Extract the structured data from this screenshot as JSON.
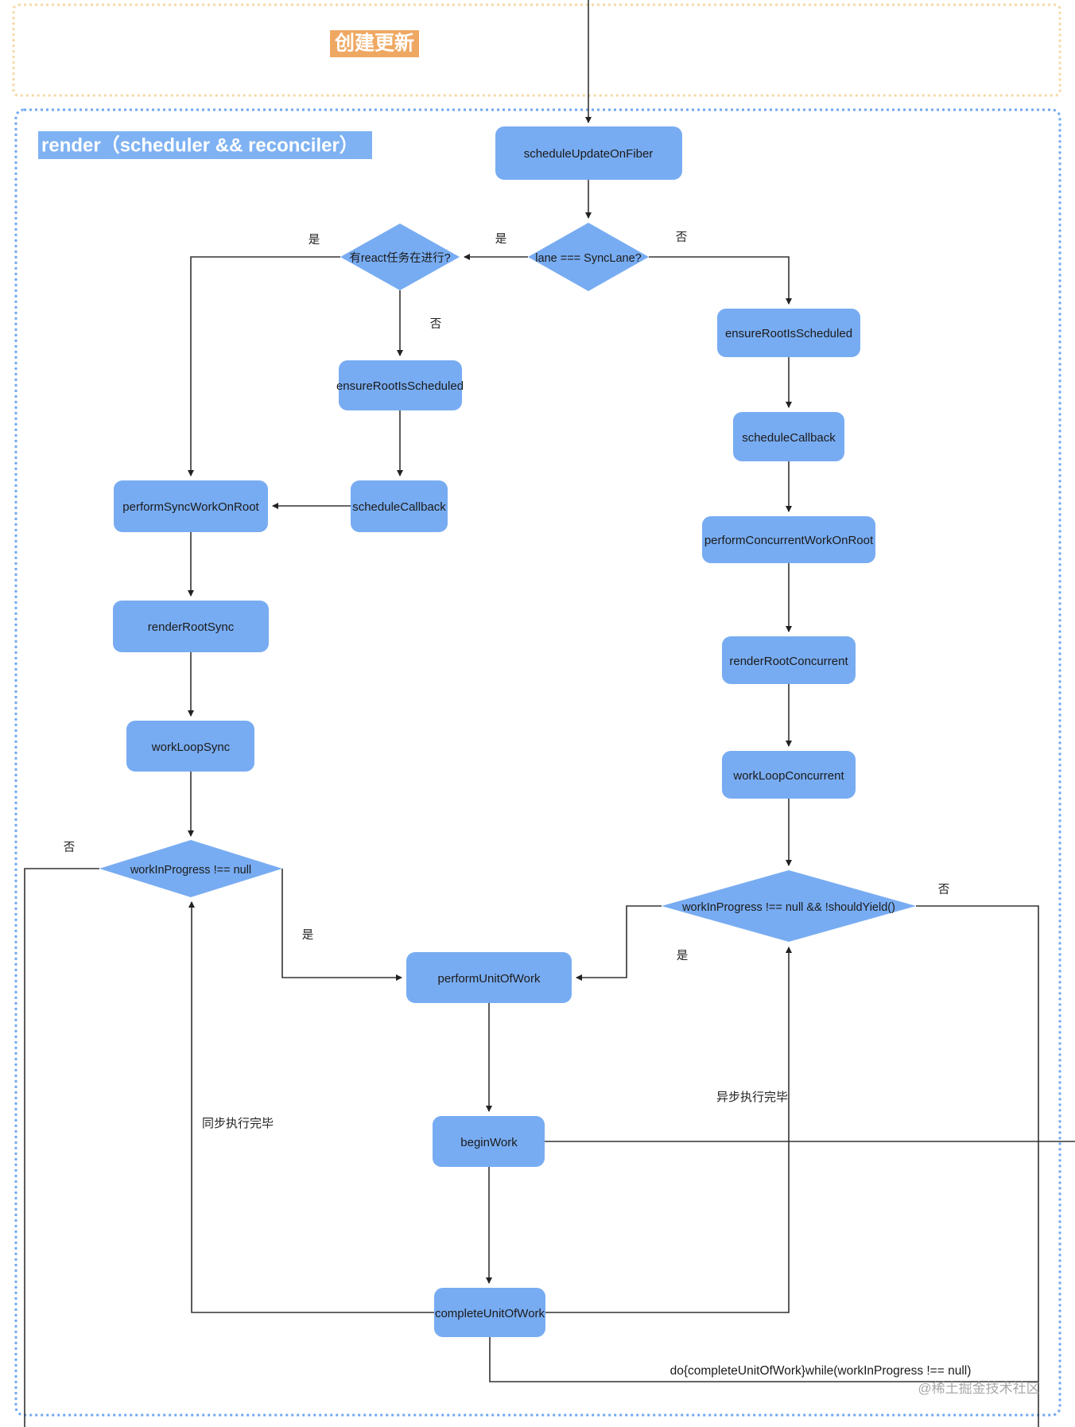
{
  "titles": {
    "create_update": "创建更新",
    "render_phase": "render（scheduler && reconciler）"
  },
  "nodes": {
    "schedule_update_on_fiber": "scheduleUpdateOnFiber",
    "ensure_root_is_scheduled_left": "ensureRootIsScheduled",
    "schedule_callback_left": "scheduleCallback",
    "perform_sync_work_on_root": "performSyncWorkOnRoot",
    "render_root_sync": "renderRootSync",
    "work_loop_sync": "workLoopSync",
    "ensure_root_is_scheduled_right": "ensureRootIsScheduled",
    "schedule_callback_right": "scheduleCallback",
    "perform_concurrent_work_on_root": "performConcurrentWorkOnRoot",
    "render_root_concurrent": "renderRootConcurrent",
    "work_loop_concurrent": "workLoopConcurrent",
    "perform_unit_of_work": "performUnitOfWork",
    "begin_work": "beginWork",
    "complete_unit_of_work": "completeUnitOfWork"
  },
  "decisions": {
    "lane_is_sync_lane": "lane === SyncLane?",
    "react_task_running": "有react任务在进行?",
    "wip_not_null": "workInProgress !== null",
    "wip_not_null_no_yield": "workInProgress !== null && !shouldYield()"
  },
  "edge_labels": {
    "yes": "是",
    "no": "否"
  },
  "annotations": {
    "sync_done": "同步执行完毕",
    "async_done": "异步执行完毕",
    "do_while": "do{completeUnitOfWork}while(workInProgress !== null)",
    "watermark": "@稀土掘金技术社区"
  },
  "colors": {
    "node_fill": "#78ACF2",
    "title_orange": "#EFA862",
    "title_render_bg": "#7FB2F2",
    "border_yellow": "#F4D9A6",
    "border_blue": "#70A7F0",
    "edge_line": "#333333"
  }
}
